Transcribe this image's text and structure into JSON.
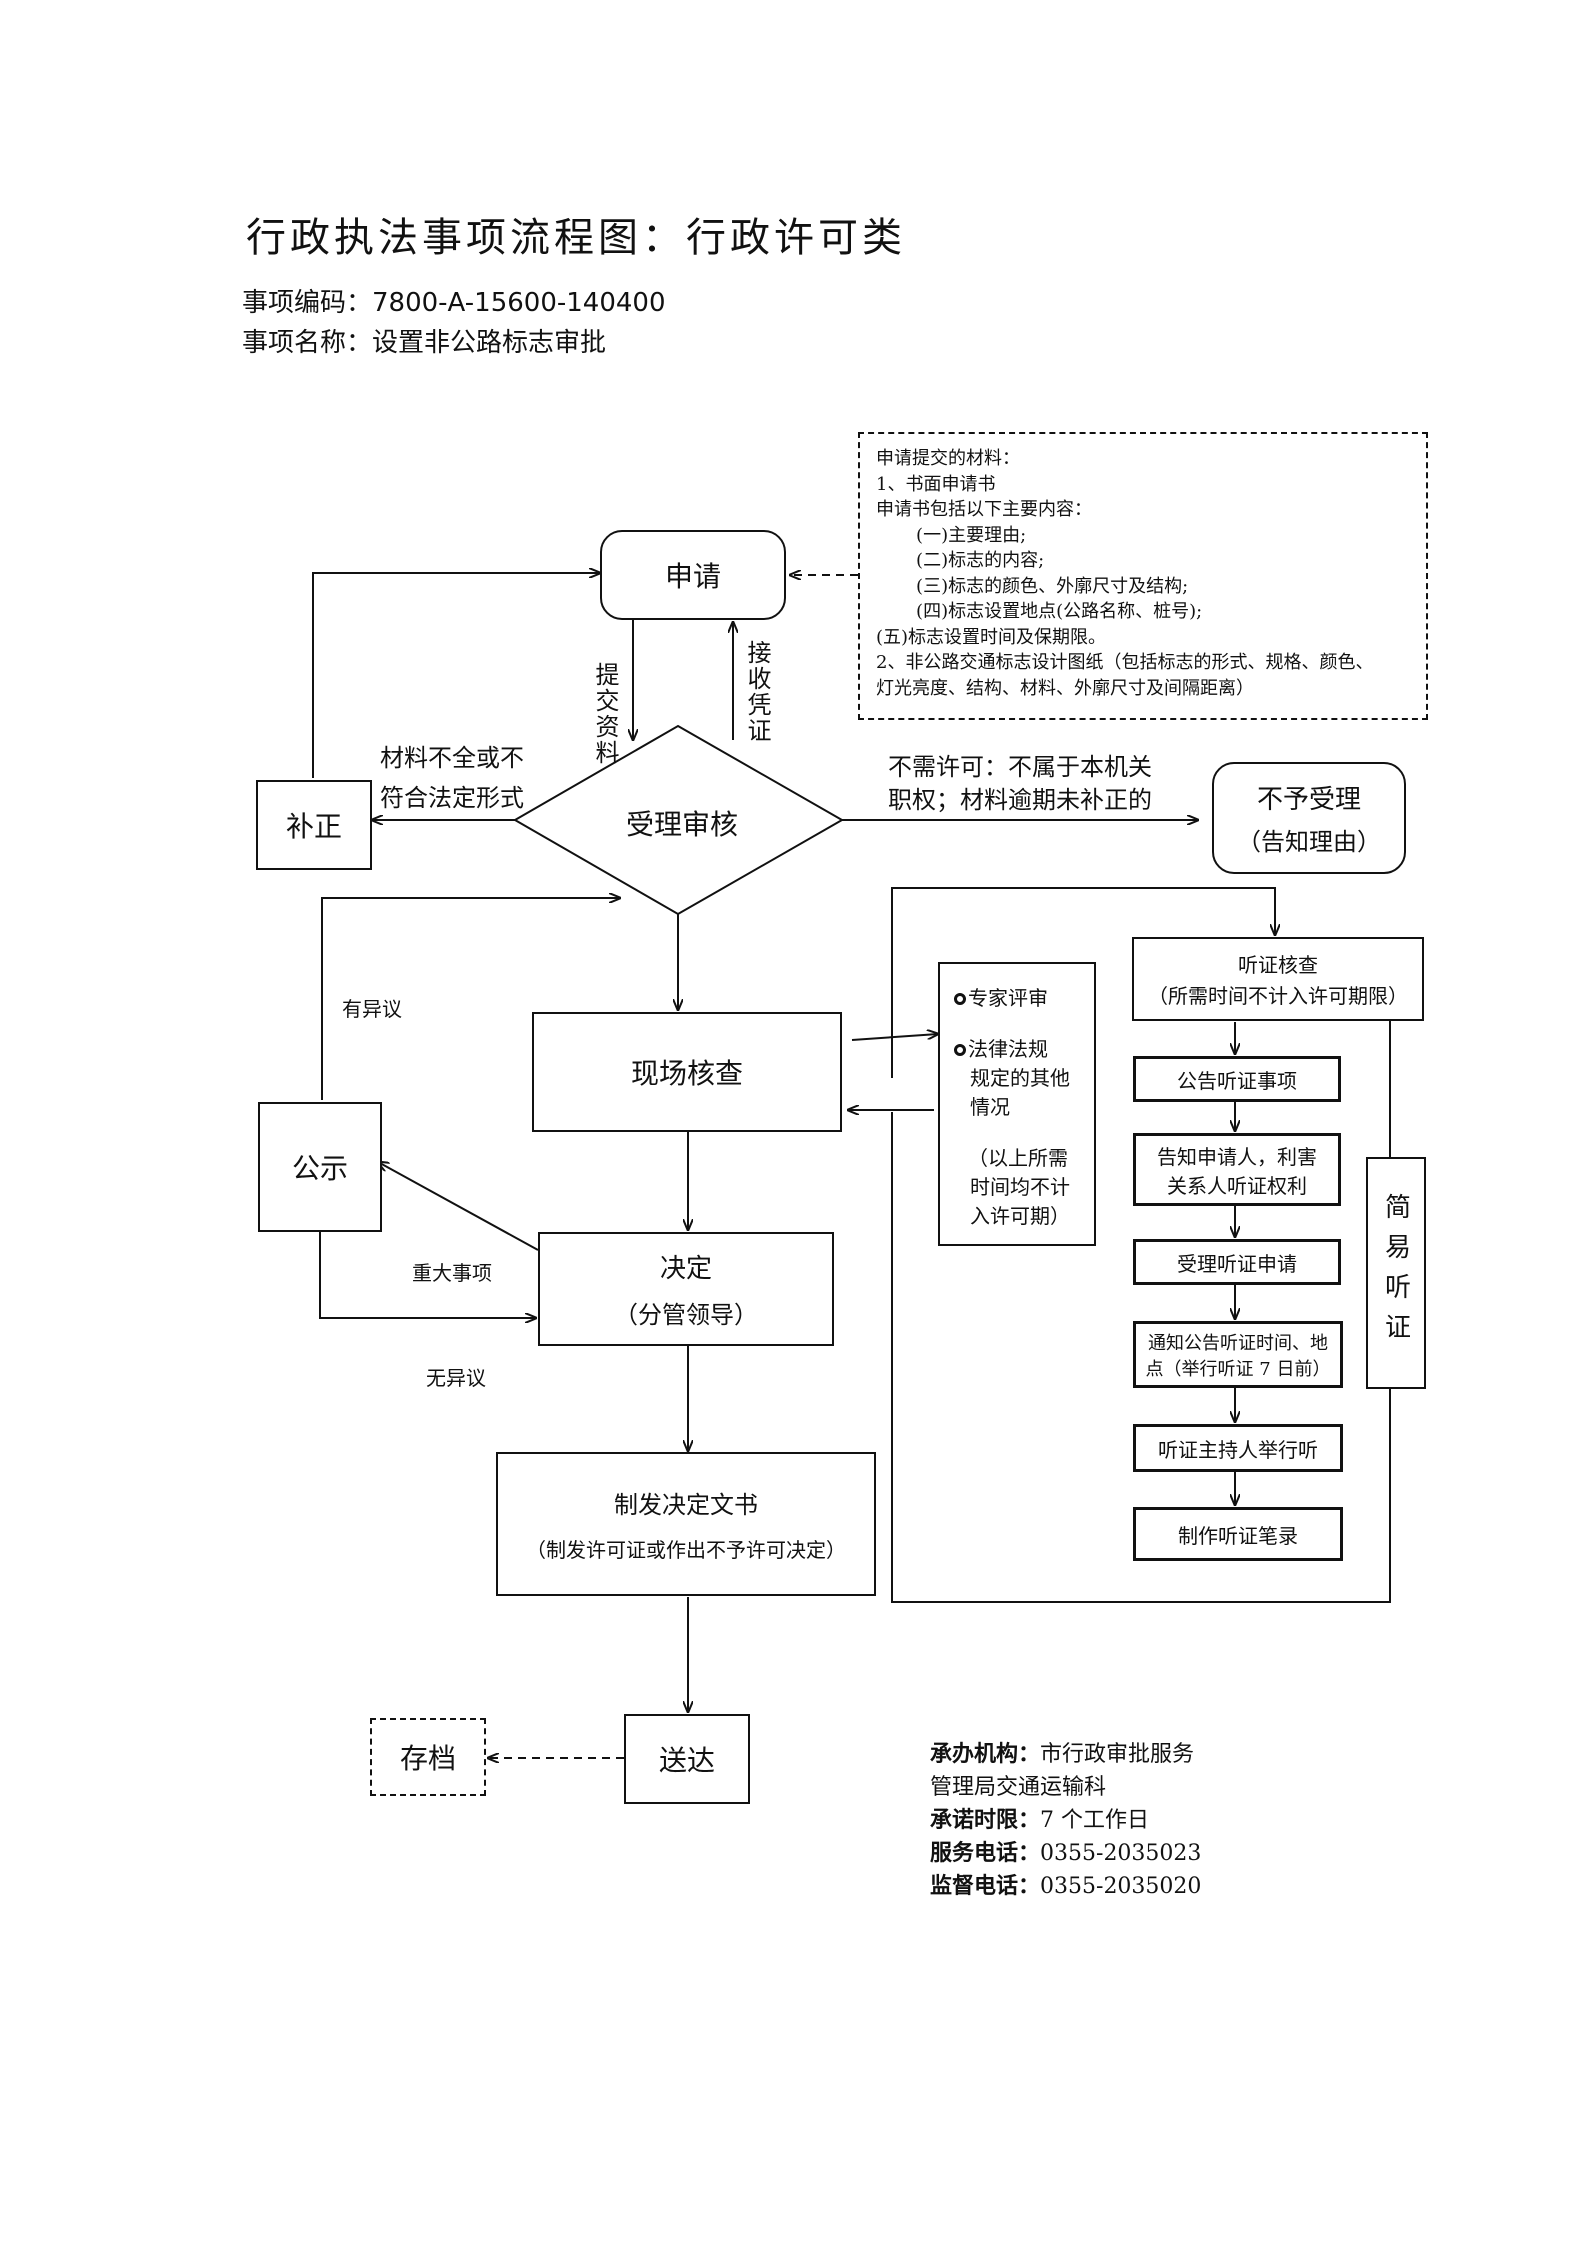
{
  "title": "行政执法事项流程图：行政许可类",
  "item_code": "事项编码：7800-A-15600-140400",
  "item_name": "事项名称：设置非公路标志审批",
  "materials": {
    "lines": [
      " 申请提交的材料：",
      "1、书面申请书",
      "申请书包括以下主要内容：",
      "       (一)主要理由;",
      "       (二)标志的内容;",
      "       (三)标志的颜色、外廓尺寸及结构;",
      "       (四)标志设置地点(公路名称、桩号);",
      "(五)标志设置时间及保期限。",
      "2、非公路交通标志设计图纸（包括标志的形式、规格、颜色、",
      "灯光亮度、结构、材料、外廓尺寸及间隔距离）"
    ]
  },
  "nodes": {
    "apply": "申请",
    "submit": "提交资料",
    "receipt": "接收凭证",
    "review": "受理审核",
    "correct": "补正",
    "correct_reason_1": "材料不全或不",
    "correct_reason_2": "符合法定形式",
    "reject_reason_1": "不需许可：不属于本机关",
    "reject_reason_2": "职权；材料逾期未补正的",
    "reject": "不予受理",
    "reject_sub": "（告知理由）",
    "inspect": "现场核查",
    "objection": "有异议",
    "publicize": "公示",
    "major": "重大事项",
    "no_objection": "无异议",
    "decide": "决定",
    "decide_sub": "（分管领导）",
    "issue": "制发决定文书",
    "issue_sub": "（制发许可证或作出不予许可决定）",
    "deliver": "送达",
    "archive": "存档"
  },
  "side": {
    "expert": "专家评审",
    "law_1": "法律法规",
    "law_2": "规定的其他",
    "law_3": "情况",
    "note_1": "（以上所需",
    "note_2": "时间均不计",
    "note_3": "入许可期）"
  },
  "hearing": {
    "check_1": "听证核查",
    "check_2": "（所需时间不计入许可期限）",
    "step1": "公告听证事项",
    "step2_1": "告知申请人，利害",
    "step2_2": "关系人听证权利",
    "step3": "受理听证申请",
    "step4_1": "通知公告听证时间、地",
    "step4_2": "点（举行听证 7 日前）",
    "step5": "听证主持人举行听",
    "step6": "制作听证笔录",
    "simple": "简易听证"
  },
  "info": {
    "org_label": "承办机构：",
    "org_value": "市行政审批服务",
    "org_value2": "管理局交通运输科",
    "time_label": "承诺时限：",
    "time_value": "7 个工作日",
    "phone_label": "服务电话：",
    "phone_value": "0355-2035023",
    "supervise_label": "监督电话：",
    "supervise_value": "0355-2035020"
  }
}
